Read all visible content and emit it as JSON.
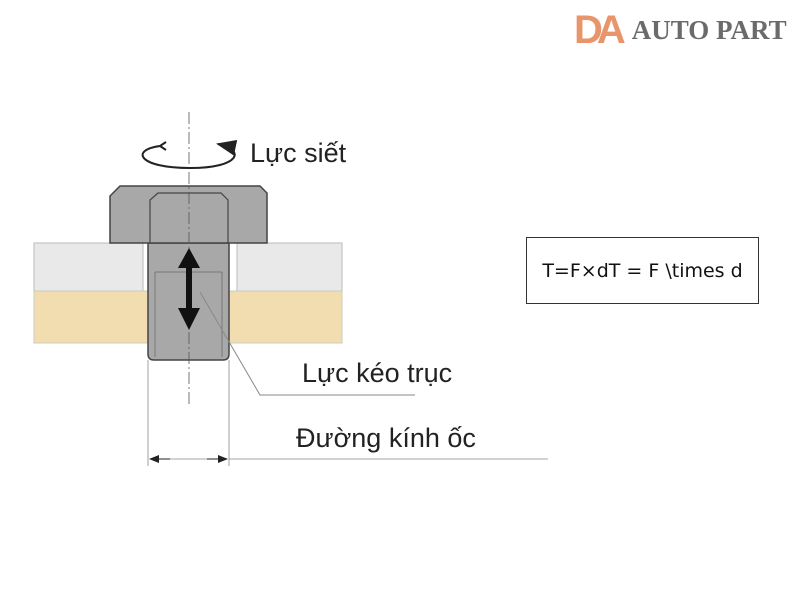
{
  "logo": {
    "mark": "DA",
    "text": "AUTO PART",
    "mark_color": "#e8956b",
    "text_color": "#6b6b6b"
  },
  "diagram": {
    "labels": {
      "tightening_torque": "Lực siết",
      "axial_force": "Lực kéo trục",
      "bolt_diameter": "Đường kính ốc"
    },
    "colors": {
      "bolt": "#a8a8a8",
      "upper_plate": "#e9e9e9",
      "lower_plate": "#f2ddb0"
    }
  },
  "formula": "T=F×dT = F \\times d"
}
